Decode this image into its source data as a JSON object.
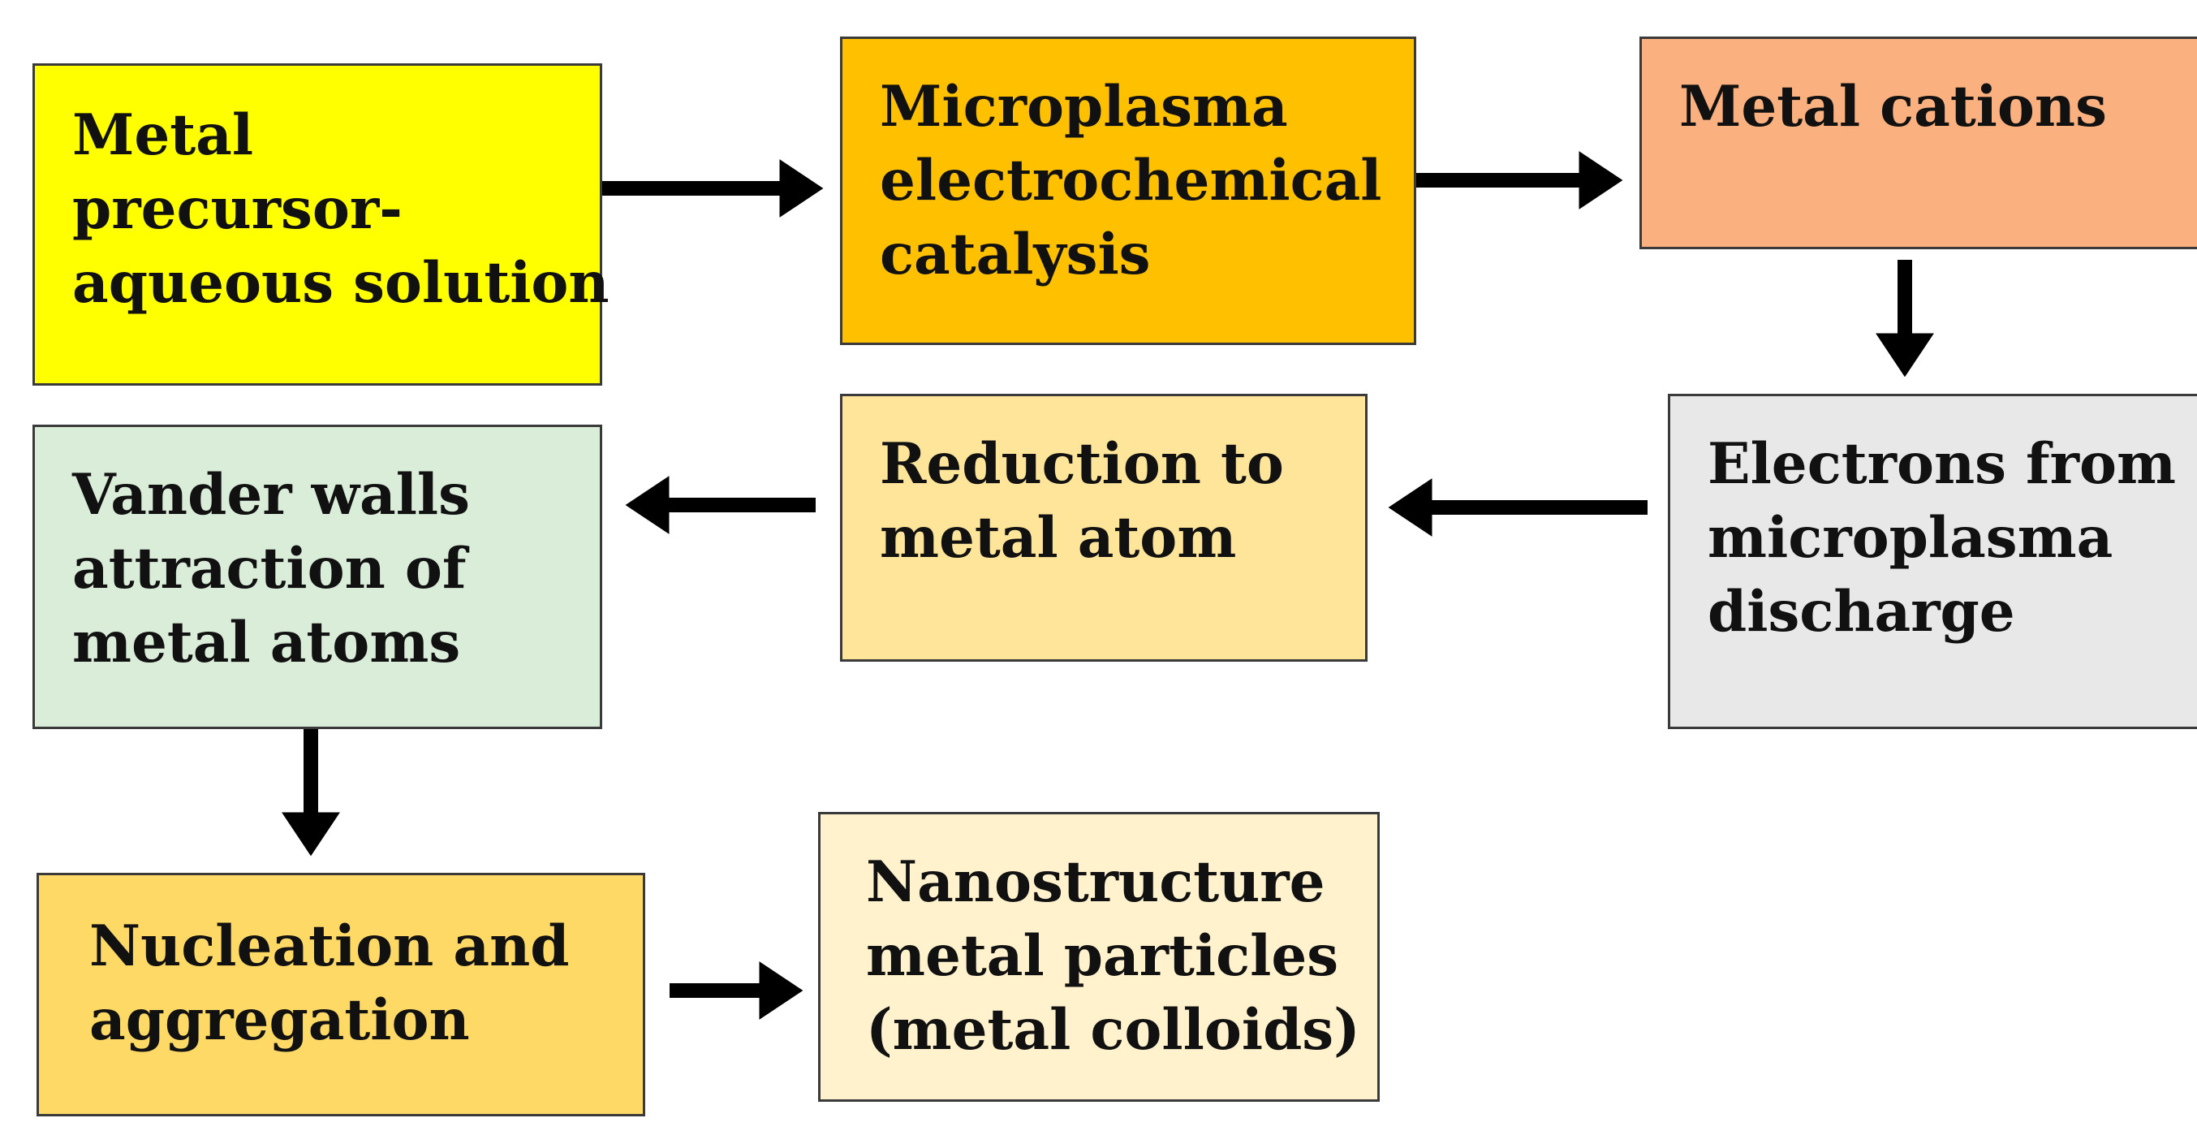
{
  "boxes": {
    "precursor": {
      "lines": [
        "Metal",
        "precursor-",
        "aqueous solution"
      ],
      "color": "#FFFF00"
    },
    "microplasma": {
      "lines": [
        "Microplasma",
        "electrochemical",
        "catalysis"
      ],
      "color": "#FFC000"
    },
    "cations": {
      "lines": [
        "Metal cations"
      ],
      "color": "#FBB080"
    },
    "electrons": {
      "lines": [
        "Electrons from",
        "microplasma",
        "discharge"
      ],
      "color": "#E8E8E8"
    },
    "reduction": {
      "lines": [
        "Reduction to",
        "metal atom"
      ],
      "color": "#FFE599"
    },
    "vanderwalls": {
      "lines": [
        "Vander walls",
        "attraction of",
        "metal atoms"
      ],
      "color": "#DAEDD9"
    },
    "nucleation": {
      "lines": [
        "Nucleation and",
        "aggregation"
      ],
      "color": "#FFD966"
    },
    "nanostructure": {
      "lines": [
        "Nanostructure",
        "metal particles",
        "(metal colloids)"
      ],
      "color": "#FFF2CC"
    }
  },
  "flow": [
    [
      "precursor",
      "microplasma"
    ],
    [
      "microplasma",
      "cations"
    ],
    [
      "cations",
      "electrons"
    ],
    [
      "electrons",
      "reduction"
    ],
    [
      "reduction",
      "vanderwalls"
    ],
    [
      "vanderwalls",
      "nucleation"
    ],
    [
      "nucleation",
      "nanostructure"
    ]
  ]
}
